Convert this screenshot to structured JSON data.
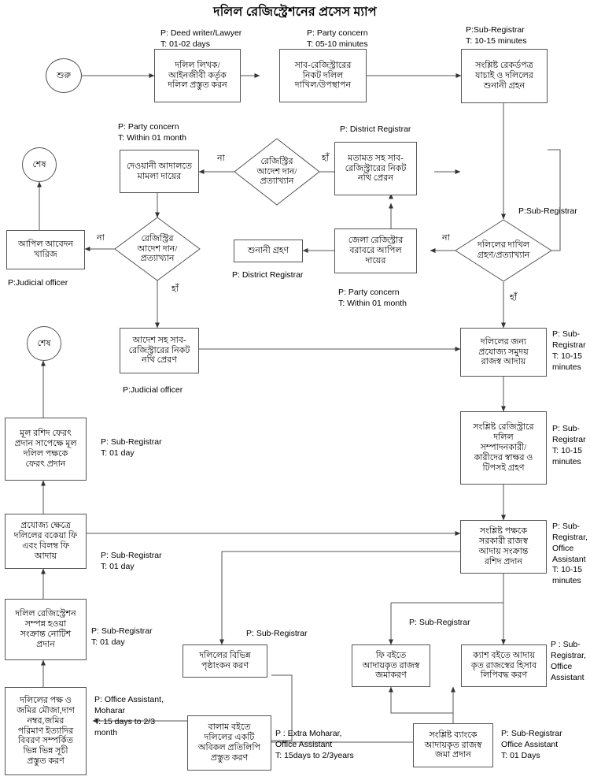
{
  "title": "দলিল রেজিস্ট্রেশনের প্রসেস ম্যাপ",
  "theme": {
    "stroke": "#555555",
    "text": "#000000",
    "background": "#ffffff"
  },
  "nodes": {
    "start": "শুরু",
    "deed_prepare": "দলিল লিখক/\nআইনজীবী কর্তৃক\nদলিল প্রস্তুত করন",
    "submit_subregistrar": "সাব-রেজিস্ট্রারের\nনিকট দলিল\nদাখিল/উপস্থাপন",
    "verify_records": "সংশ্লিষ্ট রেকর্ডপত্র\nযাচাই ও দলিলের\nশুনানী গ্রহন",
    "civil_court_case": "দেওয়ানী আদালতে\nমামলা দায়ের",
    "registrar_order_1": "রেজিস্ট্রির\nআদেশ দান/\nপ্রত্যাখ্যান",
    "opinion_send_file": "মতামত সহ সাব-\nরেজিস্ট্রারের নিকট\nনথি প্রেরন",
    "end_top": "শেষ",
    "appeal_rejected": "আপিল আবেদন\nখারিজ",
    "registrar_order_2": "রেজিস্ট্রির\nআদেশ দান/\nপ্রত্যাখ্যান",
    "hearing": "শুনানী গ্রহণ",
    "appeal_district": "জেলা রেজিস্ট্রার\nবরাবরে আপিল\nদায়ের",
    "doc_accept_reject": "দলিলের দাখিল\nগ্রহণ/প্রত্যাখ্যান",
    "order_send_file": "আদেশ সহ সাব-\nরেজিস্ট্রারের নিকট\nনথি প্রেরণ",
    "end_mid": "শেষ",
    "collect_revenue": "দলিলের জন্য\nপ্রযোজ্য সমুদয়\nরাজস্ব আদায়",
    "signature_collect": "সংশ্লিষ্ট রেজিস্ট্রারে\nদলিল\nসম্পাদনকারী/\nকারীদের স্বাক্ষর ও\nটিপসই গ্রহণ",
    "return_original": "মূল রশিদ ফেরৎ\nপ্রদান সাপেক্ষে মূল\nদলিল পক্ষকে\nফেরৎ প্রদান",
    "arrear_fee": "প্রযোজ্য ক্ষেত্রে\nদলিলের বকেয়া ফি\nএবং বিলম্ব ফি\nআদায়",
    "receipt_issue": "সংশ্লিষ্ট পক্ষকে\nসরকারী রাজস্ব\nআদায় সংক্রান্ত\nরশিদ প্রদান",
    "registration_notice": "দলিল রেজিস্ট্রেশন\nসম্পন্ন হওয়া\nসংক্রান্ত নোটিশ\nপ্রদান",
    "endorsement": "দলিলের বিভিন্ন\nপৃষ্ঠাংকন করণ",
    "fee_book": "ফি বইতে\nআদায়কৃত রাজস্ব\nজমাকরণ",
    "cash_book": "ক্যাশ বইতে আদায়\nকৃত রাজস্বের হিসাব\nলিপিবদ্ধ করণ",
    "index_prepare": "দলিলের পক্ষ ও\nজমির মৌজা,দাগ\nনম্বর,জমির\nপরিমাণ ইত্যাদির\nবিবরণ সম্পর্কিত\nভিন্ন ভিন্ন সূচী\nপ্রস্তুত করণ",
    "balam_copy": "বালাম বইতে\nদলিলের একটি\nঅবিকল প্রতিলিপি\nপ্রস্তুত করণ",
    "bank_deposit": "সংশ্লিষ্ট ব্যাংকে\nআদায়কৃত রাজস্ব\nজমা প্রদান"
  },
  "annotations": {
    "deed_prepare": "P: Deed writer/Lawyer\nT: 01-02 days",
    "submit_subregistrar": "P: Party concern\nT: 05-10 minutes",
    "verify_records": "P:Sub-Registrar\nT: 10-15 minutes",
    "civil_court_case": "P: Party concern\nT: Within 01 month",
    "opinion_send_file": "P: District Registrar",
    "doc_accept_reject": "P:Sub-Registrar",
    "appeal_rejected": "P:Judicial officer",
    "hearing": "P: District Registrar",
    "appeal_district": "P: Party concern\nT: Within 01 month",
    "order_send_file": "P:Judicial officer",
    "collect_revenue": "P: Sub-\nRegistrar\nT: 10-15\nminutes",
    "signature_collect": "P: Sub-\nRegistrar\nT: 10-15\nminutes",
    "return_original": "P: Sub-Registrar\nT: 01 day",
    "arrear_fee": "P: Sub-Registrar\nT: 01 day",
    "receipt_issue": "P: Sub-\nRegistrar,\nOffice\nAssistant\nT: 10-15\nminutes",
    "registration_notice": "P: Sub-Registrar\nT: 01 day",
    "endorsement": "P: Sub-Registrar",
    "fee_book": "P: Sub-Registrar",
    "cash_book": "P : Sub-\nRegistrar,\nOffice\nAssistant",
    "index_prepare": "P: Office Assistant,\nMoharar\nT: 15 days to 2/3\nmonth",
    "balam_copy": "P : Extra Moharar,\nOffice Assistant\nT: 15days to 2/3years",
    "bank_deposit": "P: Sub-Registrar\nOffice Assistant\nT: 01 Days"
  },
  "edge_labels": {
    "no_1": "না",
    "yes_1": "হাঁ",
    "no_2": "না",
    "yes_2": "হাঁ",
    "no_3": "না",
    "yes_3": "হাঁ"
  }
}
